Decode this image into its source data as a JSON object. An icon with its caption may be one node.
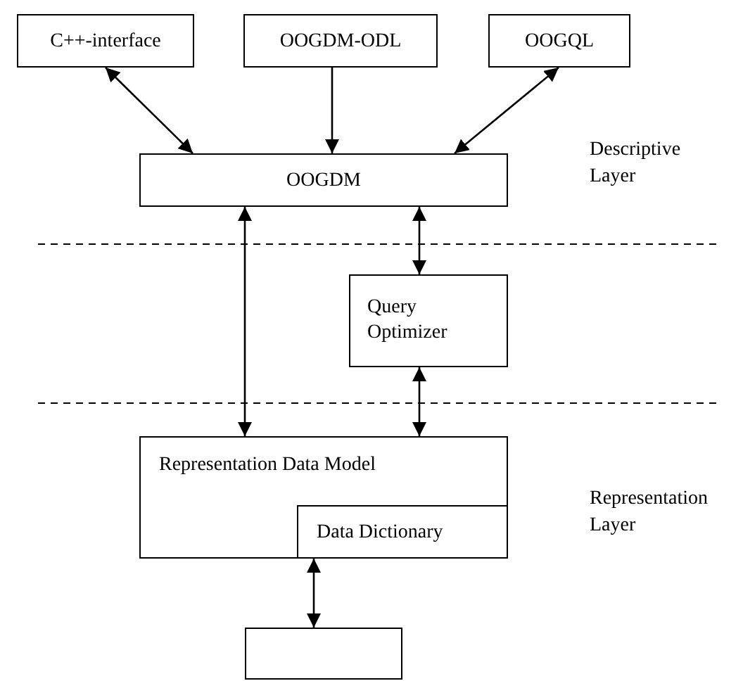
{
  "diagram": {
    "nodes": [
      {
        "text": [
          "C++-interface"
        ]
      },
      {
        "text": [
          "OOGDM-ODL"
        ]
      },
      {
        "text": [
          "OOGQL"
        ]
      },
      {
        "text": [
          "OOGDM"
        ]
      },
      {
        "text": [
          "Query Optimizer"
        ]
      },
      {
        "text": [
          "Representation Data Model"
        ]
      },
      {
        "text": [
          "Data Dictionary"
        ],
        "in": 5
      },
      {
        "text": [],
        "shape": "box"
      }
    ],
    "edges": [
      {
        "from": 0,
        "to": 3,
        "arrow": "both"
      },
      {
        "from": 1,
        "to": 3,
        "arrow": "to"
      },
      {
        "from": 2,
        "to": 3,
        "arrow": "both"
      },
      {
        "from": 3,
        "to": 5,
        "arrow": "both"
      },
      {
        "from": 3,
        "to": 4,
        "arrow": "both"
      },
      {
        "from": 4,
        "to": 5,
        "arrow": "both"
      },
      {
        "from": 6,
        "to": 7,
        "arrow": "both"
      }
    ],
    "labels": [
      "Descriptive Layer",
      "Representation Layer"
    ]
  }
}
